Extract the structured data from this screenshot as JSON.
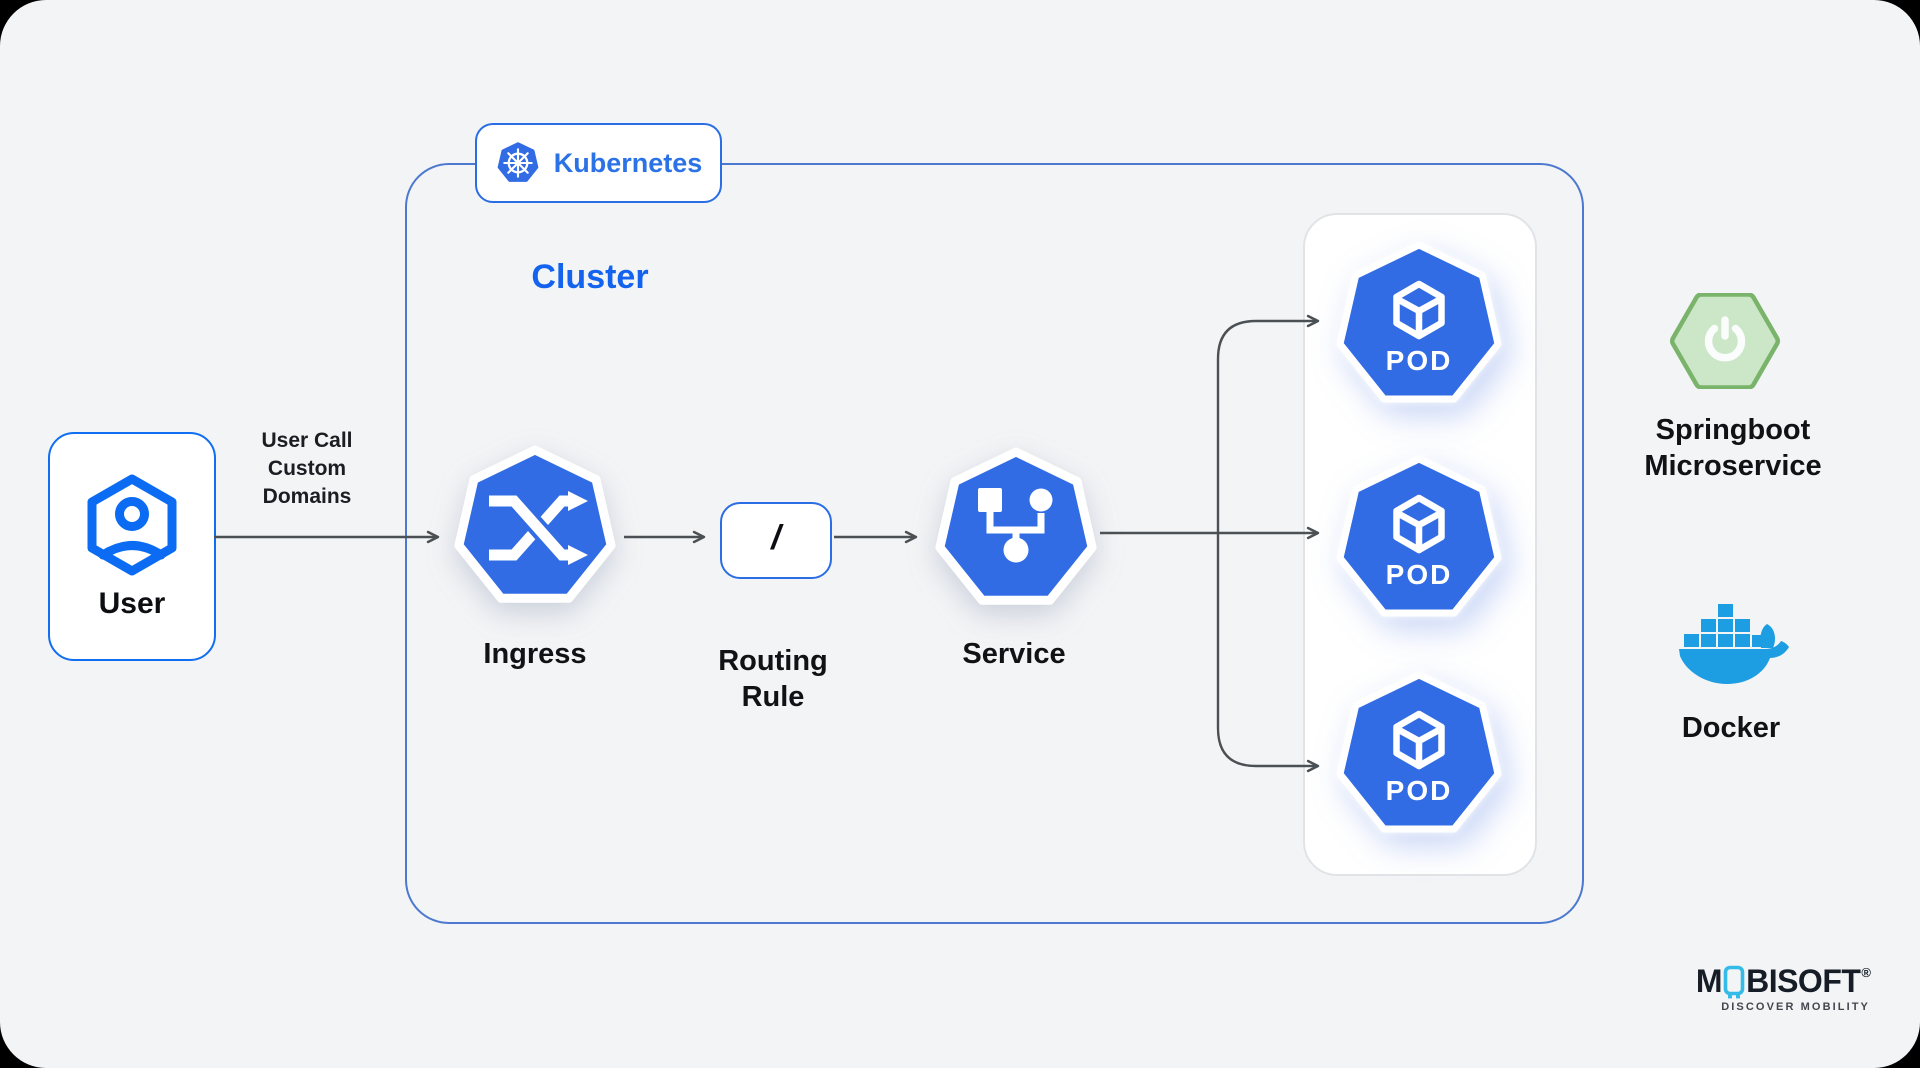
{
  "colors": {
    "background": "#f3f4f6",
    "kubernetes_blue": "#326CE5",
    "accent_blue": "#0f6ef2",
    "cluster_border": "#4c79cf",
    "text_dark": "#101216",
    "arrow_gray": "#4b4f54",
    "spring_green_fill": "#cbe7c8",
    "spring_green_border": "#7ab36a",
    "docker_blue": "#1d9de2",
    "brand_cyan": "#35bbe8"
  },
  "badge": {
    "label": "Kubernetes"
  },
  "cluster": {
    "label": "Cluster"
  },
  "user": {
    "label": "User"
  },
  "arrow_label": {
    "line1": "User Call",
    "line2": "Custom",
    "line3": "Domains"
  },
  "ingress": {
    "label": "Ingress"
  },
  "routing": {
    "symbol": "/",
    "line1": "Routing",
    "line2": "Rule"
  },
  "service": {
    "label": "Service"
  },
  "pods": [
    {
      "label": "POD"
    },
    {
      "label": "POD"
    },
    {
      "label": "POD"
    }
  ],
  "springboot": {
    "line1": "Springboot",
    "line2": "Microservice"
  },
  "docker": {
    "label": "Docker"
  },
  "brand": {
    "name_prefix": "M",
    "name_suffix": "BISOFT",
    "registered": "®",
    "tagline": "DISCOVER MOBILITY"
  },
  "icons": {
    "kubernetes_helm": "ship-wheel in blue heptagon",
    "user": "person in hexagon outline",
    "ingress": "crossing arrows in blue heptagon",
    "service": "branch nodes in blue heptagon",
    "pod": "cube in blue heptagon",
    "springboot": "power symbol in green hexagon",
    "docker": "whale with containers",
    "brand_phone": "cyan phone glyph"
  }
}
